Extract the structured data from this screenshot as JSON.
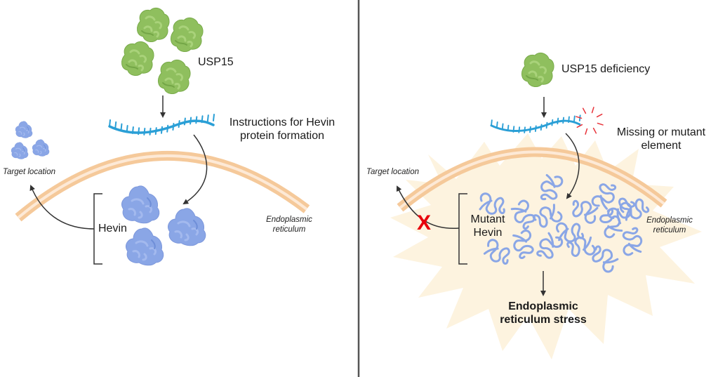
{
  "colors": {
    "usp15_green": "#8fbf5e",
    "usp15_green_dark": "#6fa343",
    "mrna_blue": "#2a9fd6",
    "hevin_blue": "#8aa6e6",
    "hevin_blue_dark": "#6f8fd8",
    "er_outer": "#f5c99a",
    "er_inner": "#fde9d6",
    "stress_burst": "#fdf3df",
    "mutation_red": "#e8333a",
    "block_x": "#e8000b",
    "divider": "#555555",
    "arrow": "#333333"
  },
  "left_panel": {
    "usp15_label": "USP15",
    "mrna_label_line1": "Instructions for Hevin",
    "mrna_label_line2": "protein formation",
    "target_location_label": "Target location",
    "hevin_label": "Hevin",
    "er_label_line1": "Endoplasmic",
    "er_label_line2": "reticulum",
    "usp15_count": 4,
    "hevin_folded_count": 3,
    "target_hevin_count": 3
  },
  "right_panel": {
    "usp15_label": "USP15 deficiency",
    "mutation_label_line1": "Missing or mutant",
    "mutation_label_line2": "element",
    "target_location_label": "Target location",
    "blocked_marker": "X",
    "hevin_label_line1": "Mutant",
    "hevin_label_line2": "Hevin",
    "er_label_line1": "Endoplasmic",
    "er_label_line2": "reticulum",
    "stress_label_line1": "Endoplasmic",
    "stress_label_line2": "reticulum stress",
    "usp15_count": 1,
    "misfolded_hevin_count": 16
  }
}
